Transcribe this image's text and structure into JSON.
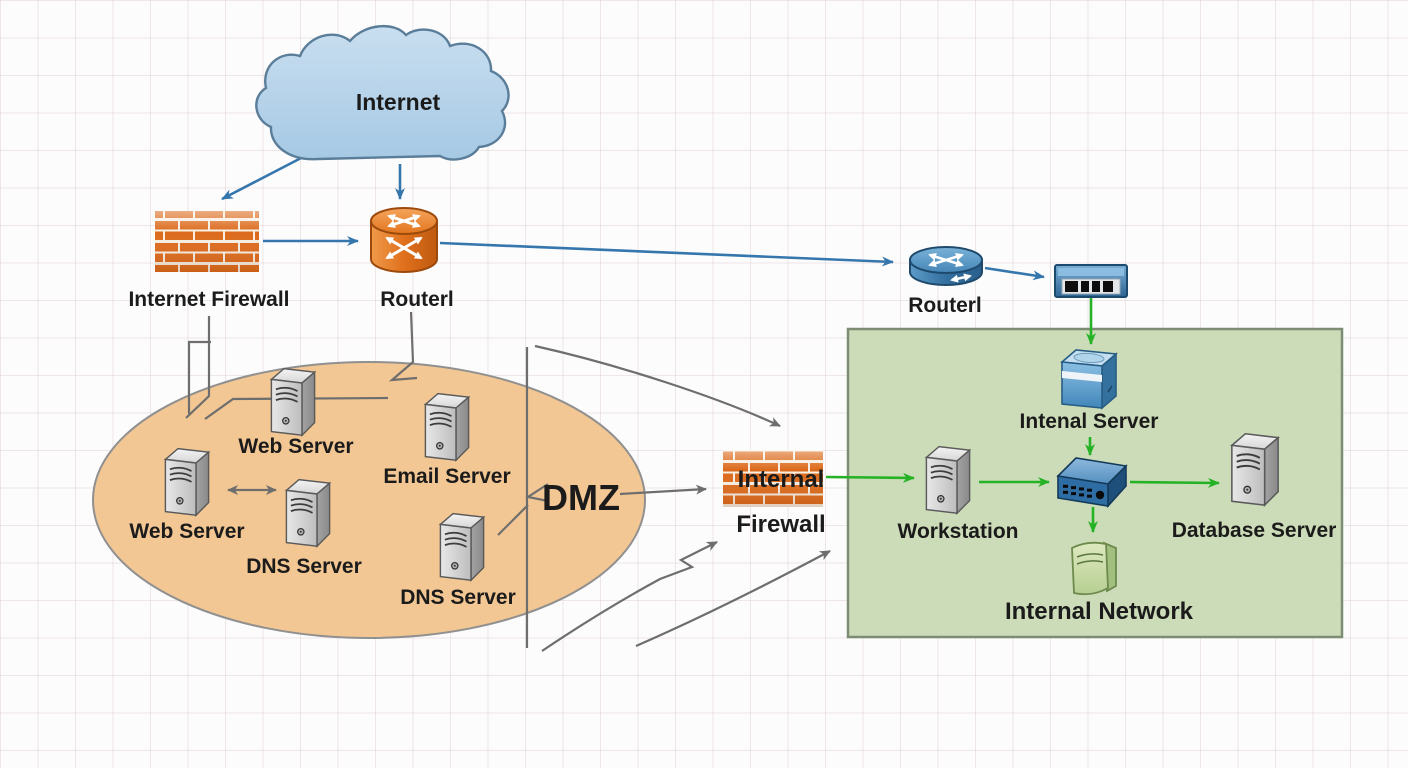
{
  "diagram": {
    "type": "network-security-topology",
    "nodes": {
      "internet": {
        "label": "Internet",
        "shape": "cloud"
      },
      "internet_firewall": {
        "label": "Internet Firewall",
        "shape": "brick-wall"
      },
      "router_left": {
        "label": "Routerl",
        "shape": "router-cylinder-orange"
      },
      "router_right": {
        "label": "Routerl",
        "shape": "router-cylinder-blue"
      },
      "switch_top": {
        "label": "",
        "shape": "rack-switch"
      },
      "web_server_top": {
        "label": "Web Server",
        "shape": "server-tower"
      },
      "web_server_left": {
        "label": "Web Server",
        "shape": "server-tower"
      },
      "dns_server_left": {
        "label": "DNS Server",
        "shape": "server-tower"
      },
      "email_server": {
        "label": "Email Server",
        "shape": "server-tower"
      },
      "dns_server_right": {
        "label": "DNS Server",
        "shape": "server-tower"
      },
      "dmz": {
        "label": "DMZ",
        "shape": "ellipse-zone"
      },
      "internal_firewall": {
        "label_line1": "Internal",
        "label_line2": "Firewall",
        "shape": "brick-wall"
      },
      "internal_server": {
        "label": "Intenal Server",
        "shape": "server-box-blue"
      },
      "workstation": {
        "label": "Workstation",
        "shape": "server-tower"
      },
      "database_server": {
        "label": "Database Server",
        "shape": "server-tower"
      },
      "internal_network": {
        "label": "Internal Network",
        "shape": "green-zone-box"
      }
    },
    "colors": {
      "cloud_fill": "#b5d3ea",
      "cloud_stroke": "#5a7d99",
      "blue_arrow": "#3576ad",
      "green_arrow": "#25b325",
      "gray_line": "#6e6e6e",
      "brick_orange": "#dc6a1c",
      "dmz_fill": "#f3c793",
      "internal_zone_fill": "#cddcb8",
      "router_orange": "#e07a28",
      "router_blue": "#3f80b0",
      "label_text": "#1b1b1b"
    },
    "icons": [
      "cloud-icon",
      "firewall-brick-icon",
      "router-icon",
      "switch-icon",
      "server-tower-icon",
      "internal-server-icon",
      "network-switch-icon",
      "green-server-icon"
    ]
  }
}
